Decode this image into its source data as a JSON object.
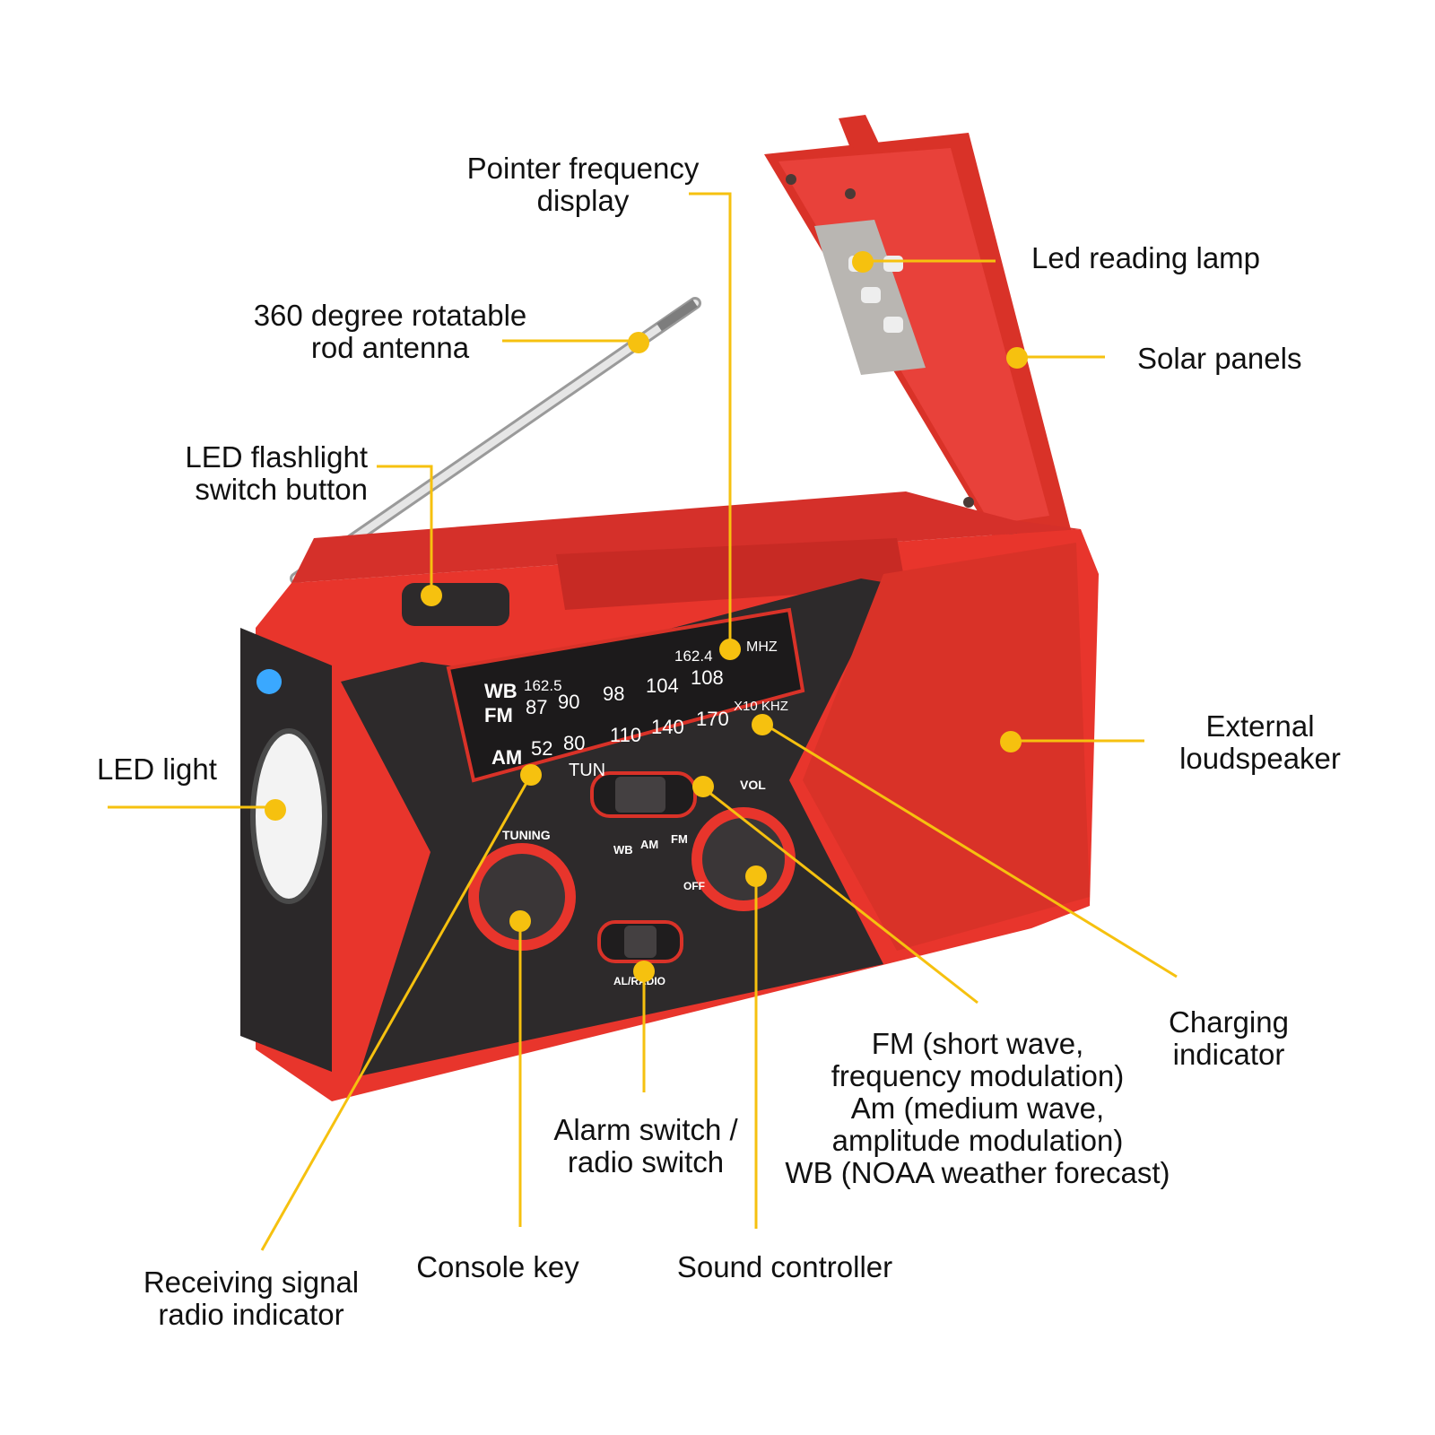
{
  "colors": {
    "leader": "#f6c10f",
    "body_red": "#e8352c",
    "panel_dark": "#2d2a2b",
    "text": "#111111"
  },
  "labels": {
    "pointer_frequency_display": [
      "Pointer frequency",
      "display"
    ],
    "rod_antenna": [
      "360 degree rotatable",
      "rod antenna"
    ],
    "flashlight_switch": [
      "LED flashlight",
      "switch button"
    ],
    "led_light": [
      "LED light"
    ],
    "led_reading_lamp": [
      "Led reading lamp"
    ],
    "solar_panels": [
      "Solar panels"
    ],
    "external_loudspeaker": [
      "External",
      "loudspeaker"
    ],
    "charging_indicator": [
      "Charging",
      "indicator"
    ],
    "band_switch": [
      "FM (short wave,",
      "frequency modulation)",
      "Am (medium wave,",
      "amplitude modulation)",
      "WB (NOAA weather forecast)"
    ],
    "alarm_switch": [
      "Alarm switch /",
      "radio switch"
    ],
    "signal_indicator": [
      "Receiving signal",
      "radio indicator"
    ],
    "console_key": [
      "Console key"
    ],
    "sound_controller": [
      "Sound controller"
    ]
  },
  "dial": {
    "wb_label": "WB",
    "fm_label": "FM",
    "am_label": "AM",
    "wb_start": "162.5",
    "wb_end": "162.4",
    "mhz": "MHZ",
    "fm_scale": [
      "87",
      "90",
      "98",
      "104",
      "108"
    ],
    "am_scale": [
      "52",
      "80",
      "110",
      "140",
      "170"
    ],
    "khz": "X10 KHZ",
    "tun": "TUN"
  },
  "controls": {
    "tuning": "TUNING",
    "volume": "VOL",
    "off": "OFF",
    "band_selector": [
      "WB",
      "AM",
      "FM"
    ],
    "alarm_radio": "AL/RADIO"
  }
}
